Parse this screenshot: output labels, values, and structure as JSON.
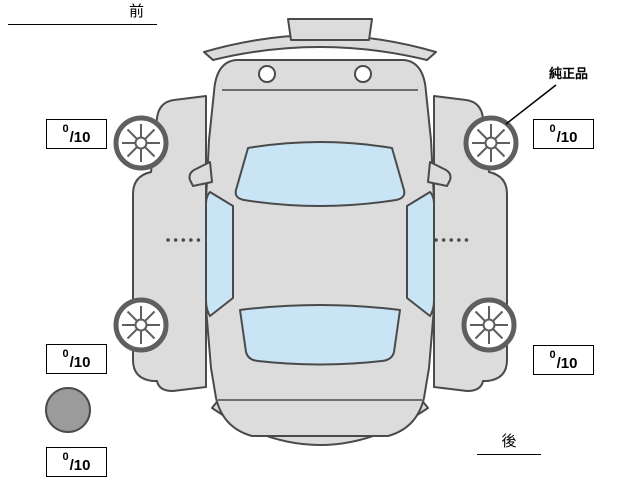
{
  "diagram": {
    "front_label": "前",
    "rear_label": "後",
    "genuine_label": "純正品"
  },
  "tread_scores": {
    "front_left": {
      "value": "0",
      "max": "/10"
    },
    "front_right": {
      "value": "0",
      "max": "/10"
    },
    "rear_left": {
      "value": "0",
      "max": "/10"
    },
    "rear_right": {
      "value": "0",
      "max": "/10"
    },
    "spare": {
      "value": "0",
      "max": "/10"
    }
  },
  "icons": {
    "wheel": "alloy-wheel-top-view",
    "spare": "spare-tire-filled-circle"
  },
  "colors": {
    "body_fill": "#dcdcdc",
    "glass_fill": "#c9e4f5",
    "outline": "#4a4a4a",
    "wheel_ring": "#5f5f5f",
    "spare_fill": "#9b9b9b",
    "background": "#ffffff",
    "text": "#000000"
  }
}
